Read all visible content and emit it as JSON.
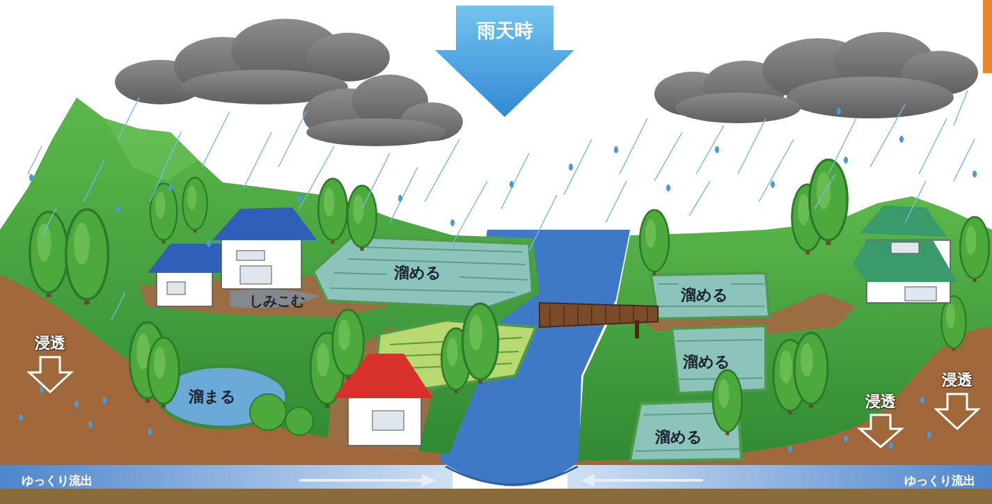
{
  "diagram": {
    "nodes": [
      {
        "text": [
          "雨天時"
        ]
      }
    ],
    "labels": [
      "しみこむ",
      "溜める",
      "溜める",
      "浸透",
      "溜まる",
      "溜める",
      "溜める",
      "浸透",
      "浸透",
      "ゆっくり流出",
      "ゆっくり流出"
    ]
  }
}
